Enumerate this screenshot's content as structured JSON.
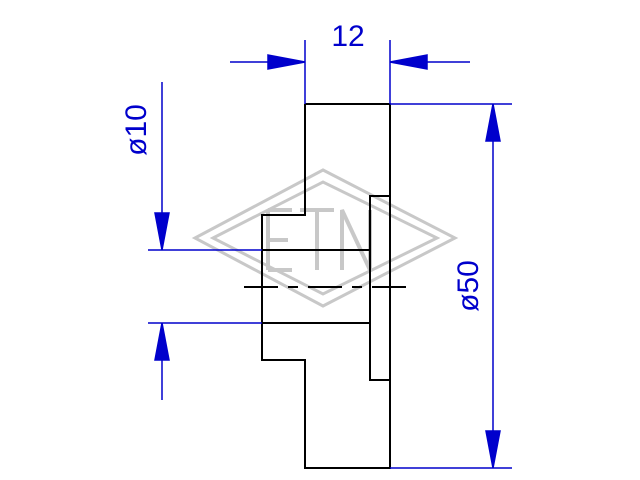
{
  "drawing": {
    "dimensions": {
      "width": "12",
      "hole_diameter": "ø10",
      "outer_diameter": "ø50"
    },
    "watermark_logo": "ETN",
    "colors": {
      "outline": "#000000",
      "dimension": "#0000cc",
      "watermark": "#c8c8c8"
    }
  }
}
